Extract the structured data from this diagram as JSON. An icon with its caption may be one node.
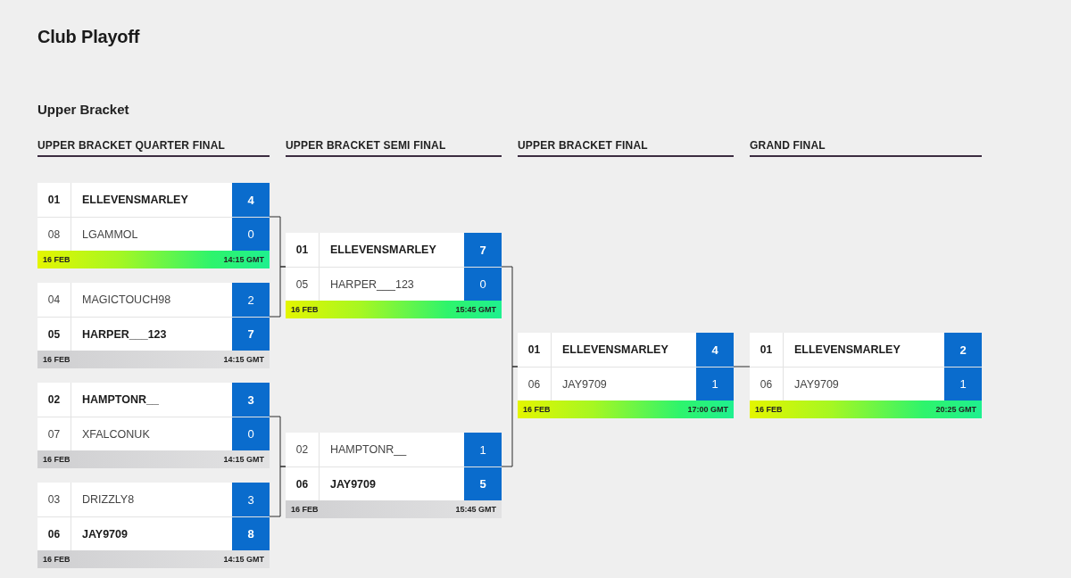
{
  "diagram": {
    "title": "Club Playoff",
    "nodes": [
      {
        "text": [
          "01",
          "ELLEVENSMARLEY",
          "4",
          "08",
          "LGAMMOL",
          "0",
          "16 FEB",
          "14:15 GMT"
        ]
      },
      {
        "text": [
          "04",
          "MAGICTOUCH98",
          "2",
          "05",
          "HARPER___123",
          "7",
          "16 FEB",
          "14:15 GMT"
        ]
      },
      {
        "text": [
          "02",
          "HAMPTONR__",
          "3",
          "07",
          "XFALCONUK",
          "0",
          "16 FEB",
          "14:15 GMT"
        ]
      },
      {
        "text": [
          "03",
          "DRIZZLY8",
          "3",
          "06",
          "JAY9709",
          "8",
          "16 FEB",
          "14:15 GMT"
        ]
      },
      {
        "text": [
          "01",
          "ELLEVENSMARLEY",
          "7",
          "05",
          "HARPER___123",
          "0",
          "16 FEB",
          "15:45 GMT"
        ]
      },
      {
        "text": [
          "02",
          "HAMPTONR__",
          "1",
          "06",
          "JAY9709",
          "5",
          "16 FEB",
          "15:45 GMT"
        ]
      },
      {
        "text": [
          "01",
          "ELLEVENSMARLEY",
          "4",
          "06",
          "JAY9709",
          "1",
          "16 FEB",
          "17:00 GMT"
        ]
      },
      {
        "text": [
          "01",
          "ELLEVENSMARLEY",
          "2",
          "06",
          "JAY9709",
          "1",
          "16 FEB",
          "20:25 GMT"
        ]
      }
    ],
    "edges": [
      {
        "from": 0,
        "to": 4,
        "arrow": "none"
      },
      {
        "from": 1,
        "to": 4,
        "arrow": "none"
      },
      {
        "from": 2,
        "to": 5,
        "arrow": "none"
      },
      {
        "from": 3,
        "to": 5,
        "arrow": "none"
      },
      {
        "from": 4,
        "to": 6,
        "arrow": "none"
      },
      {
        "from": 5,
        "to": 6,
        "arrow": "none"
      },
      {
        "from": 6,
        "to": 7,
        "arrow": "none"
      }
    ],
    "labels": [
      "Upper Bracket",
      "UPPER BRACKET QUARTER FINAL",
      "UPPER BRACKET SEMI FINAL",
      "UPPER BRACKET FINAL",
      "GRAND FINAL"
    ]
  }
}
